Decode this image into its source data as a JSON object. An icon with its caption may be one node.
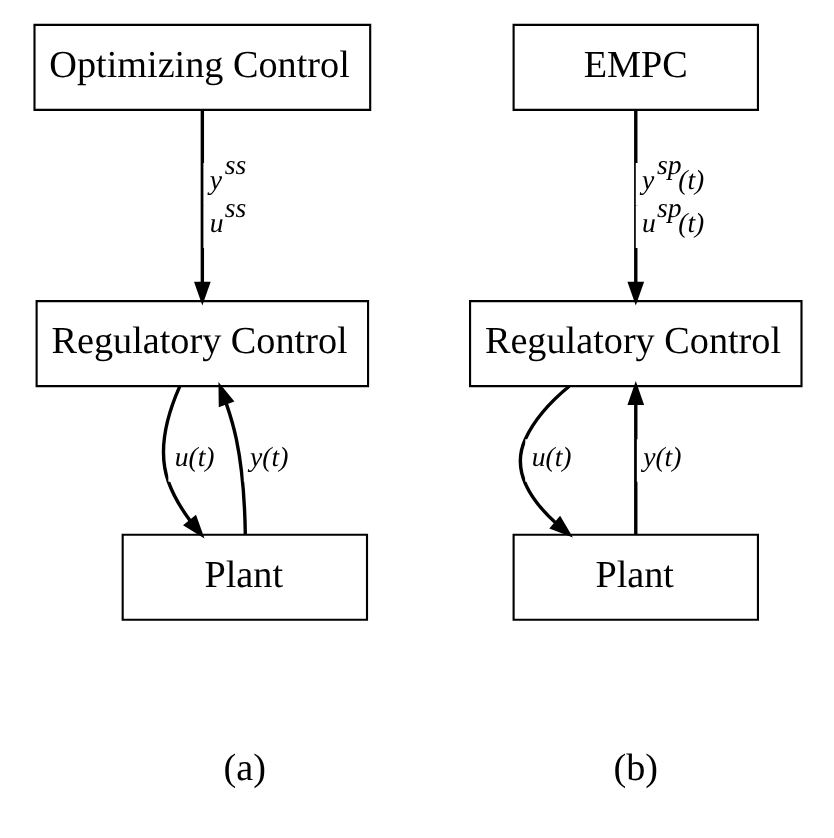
{
  "diagram": {
    "nodes": [
      {
        "text": [
          "Optimizing Control"
        ]
      },
      {
        "text": [
          "Regulatory Control"
        ]
      },
      {
        "text": [
          "Plant"
        ]
      },
      {
        "text": [
          "EMPC"
        ]
      },
      {
        "text": [
          "Regulatory Control"
        ]
      },
      {
        "text": [
          "Plant"
        ]
      }
    ],
    "edges": [
      {
        "from": 0,
        "to": 1,
        "arrow": "to",
        "label": "y$^{ss}$ u$^{ss}$"
      },
      {
        "from": 1,
        "to": 2,
        "arrow": "to",
        "label": "u(t)"
      },
      {
        "from": 2,
        "to": 1,
        "arrow": "to",
        "label": "y(t)"
      },
      {
        "from": 3,
        "to": 4,
        "arrow": "to",
        "label": "y$^{sp}$(t) u$^{sp}$(t)"
      },
      {
        "from": 4,
        "to": 5,
        "arrow": "to",
        "label": "u(t)"
      },
      {
        "from": 5,
        "to": 4,
        "arrow": "to",
        "label": "y(t)"
      }
    ],
    "labels": [
      "(a)",
      "(b)"
    ]
  }
}
